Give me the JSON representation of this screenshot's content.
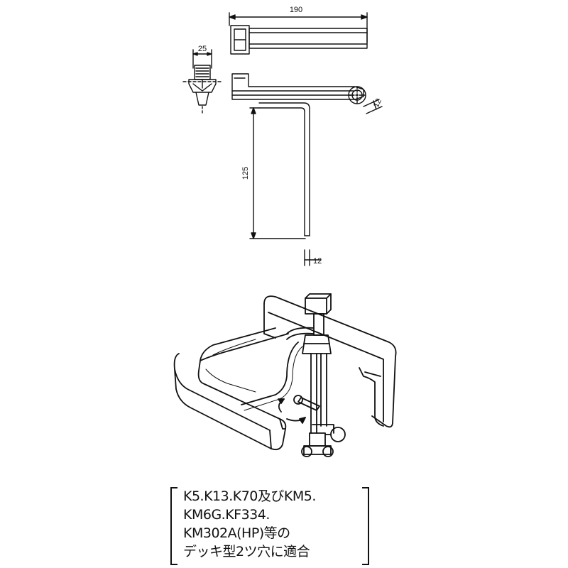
{
  "dimensions": {
    "width_label": "190",
    "small_width_label": "25",
    "height_label": "125",
    "thickness_label": "12",
    "thickness_label_2": "12"
  },
  "note": {
    "lines": [
      "K5.K13.K70及びKM5.",
      "KM6G.KF334.",
      "KM302A(HP)等の",
      "デッキ型2ツ穴に適合"
    ]
  }
}
